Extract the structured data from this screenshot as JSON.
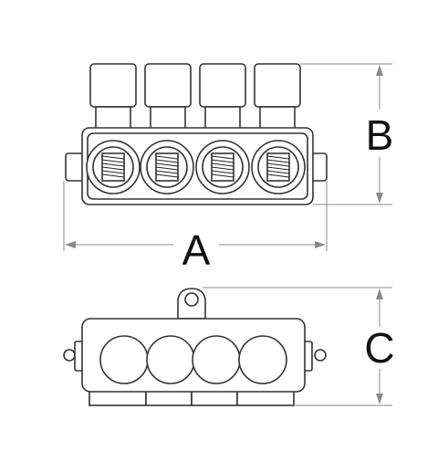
{
  "diagram": {
    "labels": {
      "a": "A",
      "b": "B",
      "c": "C"
    },
    "colors": {
      "line": "#333333",
      "dimension": "#8a8a8a",
      "background": "#ffffff"
    },
    "ports": 4
  }
}
